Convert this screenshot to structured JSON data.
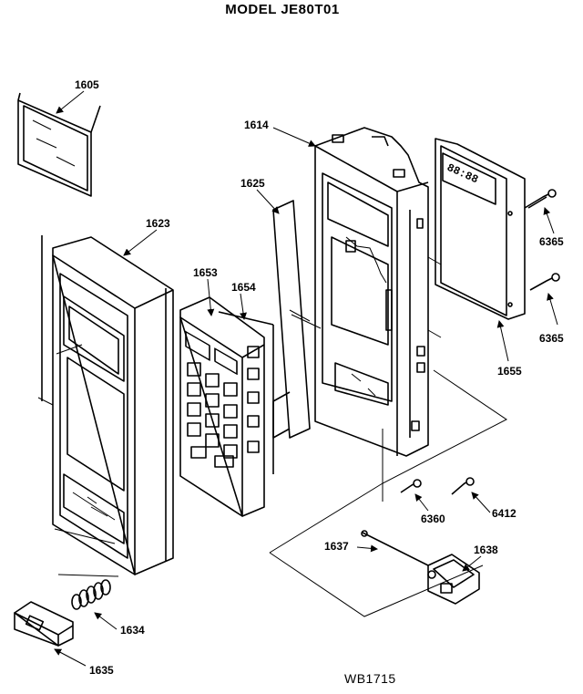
{
  "title": "MODEL JE80T01",
  "drawing_code": "WB1715",
  "part_labels": {
    "p1605": "1605",
    "p1623": "1623",
    "p1614": "1614",
    "p1625": "1625",
    "p1653": "1653",
    "p1654": "1654",
    "p6365a": "6365",
    "p6365b": "6365",
    "p1655": "1655",
    "p6360": "6360",
    "p6412": "6412",
    "p1637": "1637",
    "p1638": "1638",
    "p1634": "1634",
    "p1635": "1635"
  },
  "display_text": "88:88"
}
